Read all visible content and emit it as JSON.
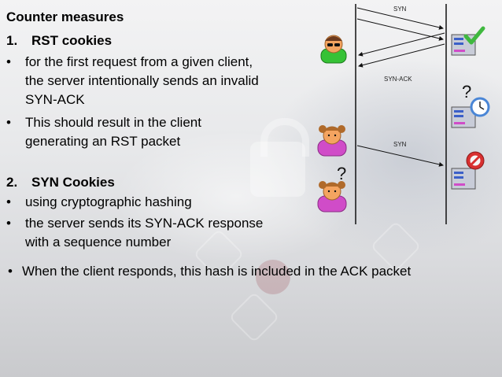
{
  "slide": {
    "heading": "Counter measures",
    "rst": {
      "number": "1.",
      "title": "RST cookies",
      "bullets": [
        [
          "for the first request from a given client,",
          "the server intentionally sends an invalid",
          "SYN-ACK"
        ],
        [
          "This should result in the client",
          "generating an RST packet"
        ]
      ]
    },
    "syn": {
      "number": "2.",
      "title": "SYN Cookies",
      "bullets": [
        [
          "using cryptographic hashing"
        ],
        [
          "the server sends its SYN-ACK response",
          "with a sequence number"
        ]
      ]
    },
    "final_bullet": "When the client responds, this hash is included in the ACK packet",
    "bullet_char": "•"
  },
  "diagram": {
    "labels": {
      "syn_top": "SYN",
      "syn_ack": "SYN-ACK",
      "syn_bottom": "SYN"
    },
    "question_marks": [
      "?",
      "?"
    ],
    "icons": {
      "client_1": "legitimate-client-icon",
      "client_2": "client-icon",
      "client_3": "spoofed-client-icon",
      "server_ok": "server-check-icon",
      "server_wait": "server-clock-icon",
      "server_block": "server-blocked-icon"
    },
    "colors": {
      "check": "#3fb83f",
      "clock": "#4a86d6",
      "blocked": "#d83030",
      "person_face": "#f4a460",
      "person_body_1": "#36c236",
      "person_body_2": "#d04cc8"
    }
  }
}
